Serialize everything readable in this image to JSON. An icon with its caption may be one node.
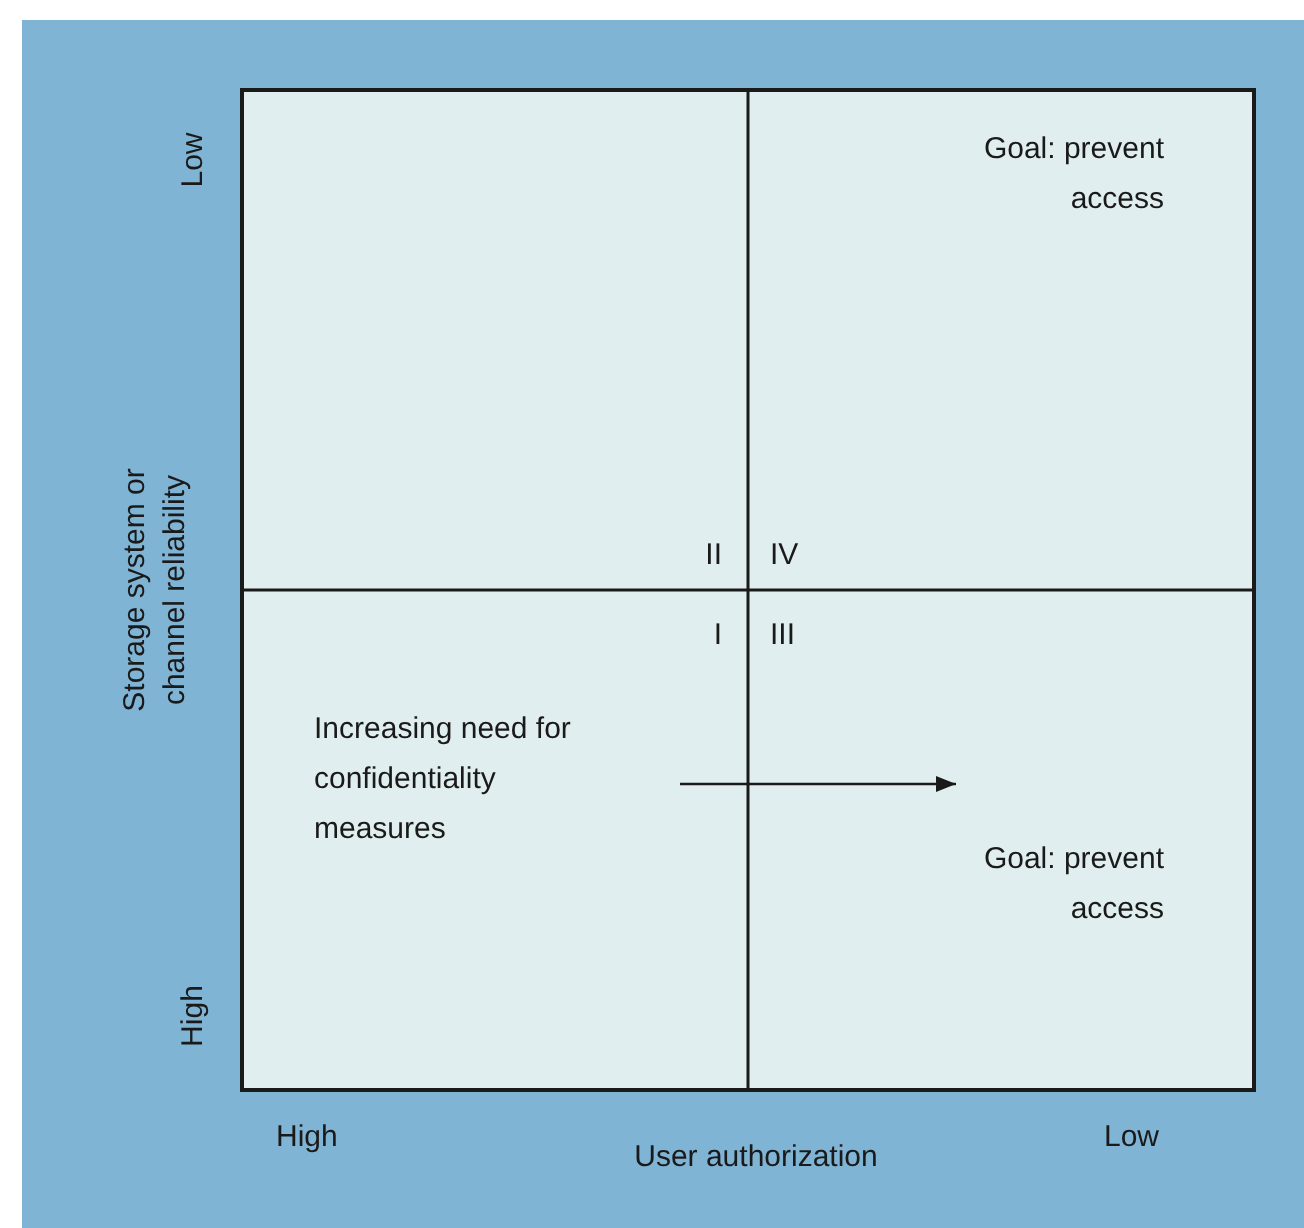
{
  "diagram": {
    "labels": [
      "Low",
      "Goal: prevent access",
      "Storage system or channel reliability",
      "II",
      "IV",
      "I",
      "III",
      "Increasing need for confidentiality measures",
      "Goal: prevent access",
      "High",
      "High",
      "User authorization",
      "Low"
    ]
  }
}
